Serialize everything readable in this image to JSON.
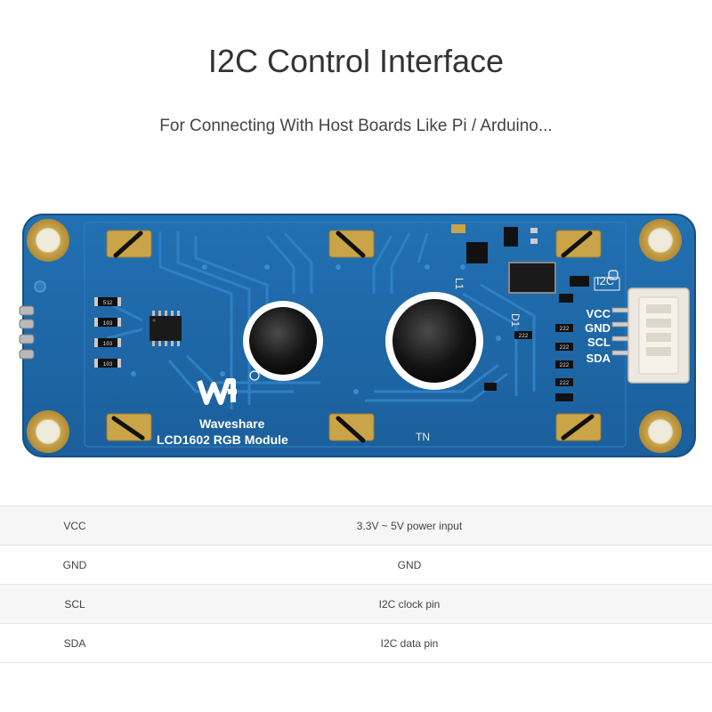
{
  "header": {
    "title": "I2C Control Interface",
    "subtitle": "For Connecting With Host Boards Like Pi / Arduino..."
  },
  "board": {
    "brand": "Waveshare",
    "model": "LCD1602 RGB Module",
    "connector_label": "I2C",
    "pin_labels": [
      "VCC",
      "GND",
      "SCL",
      "SDA"
    ],
    "marking_d1": "D1",
    "marking_l1": "L1",
    "marking_tn": "TN",
    "resistor_codes": [
      "512",
      "103",
      "103",
      "103",
      "222",
      "222",
      "222",
      "222",
      "222"
    ],
    "colors": {
      "pcb": "#1f69a8",
      "pcb_dark": "#185a92",
      "gold": "#c9a449",
      "connector": "#ece7df"
    }
  },
  "pin_table": {
    "rows": [
      {
        "pin": "VCC",
        "description": "3.3V ~ 5V power input"
      },
      {
        "pin": "GND",
        "description": "GND"
      },
      {
        "pin": "SCL",
        "description": "I2C clock pin"
      },
      {
        "pin": "SDA",
        "description": "I2C data pin"
      }
    ]
  }
}
